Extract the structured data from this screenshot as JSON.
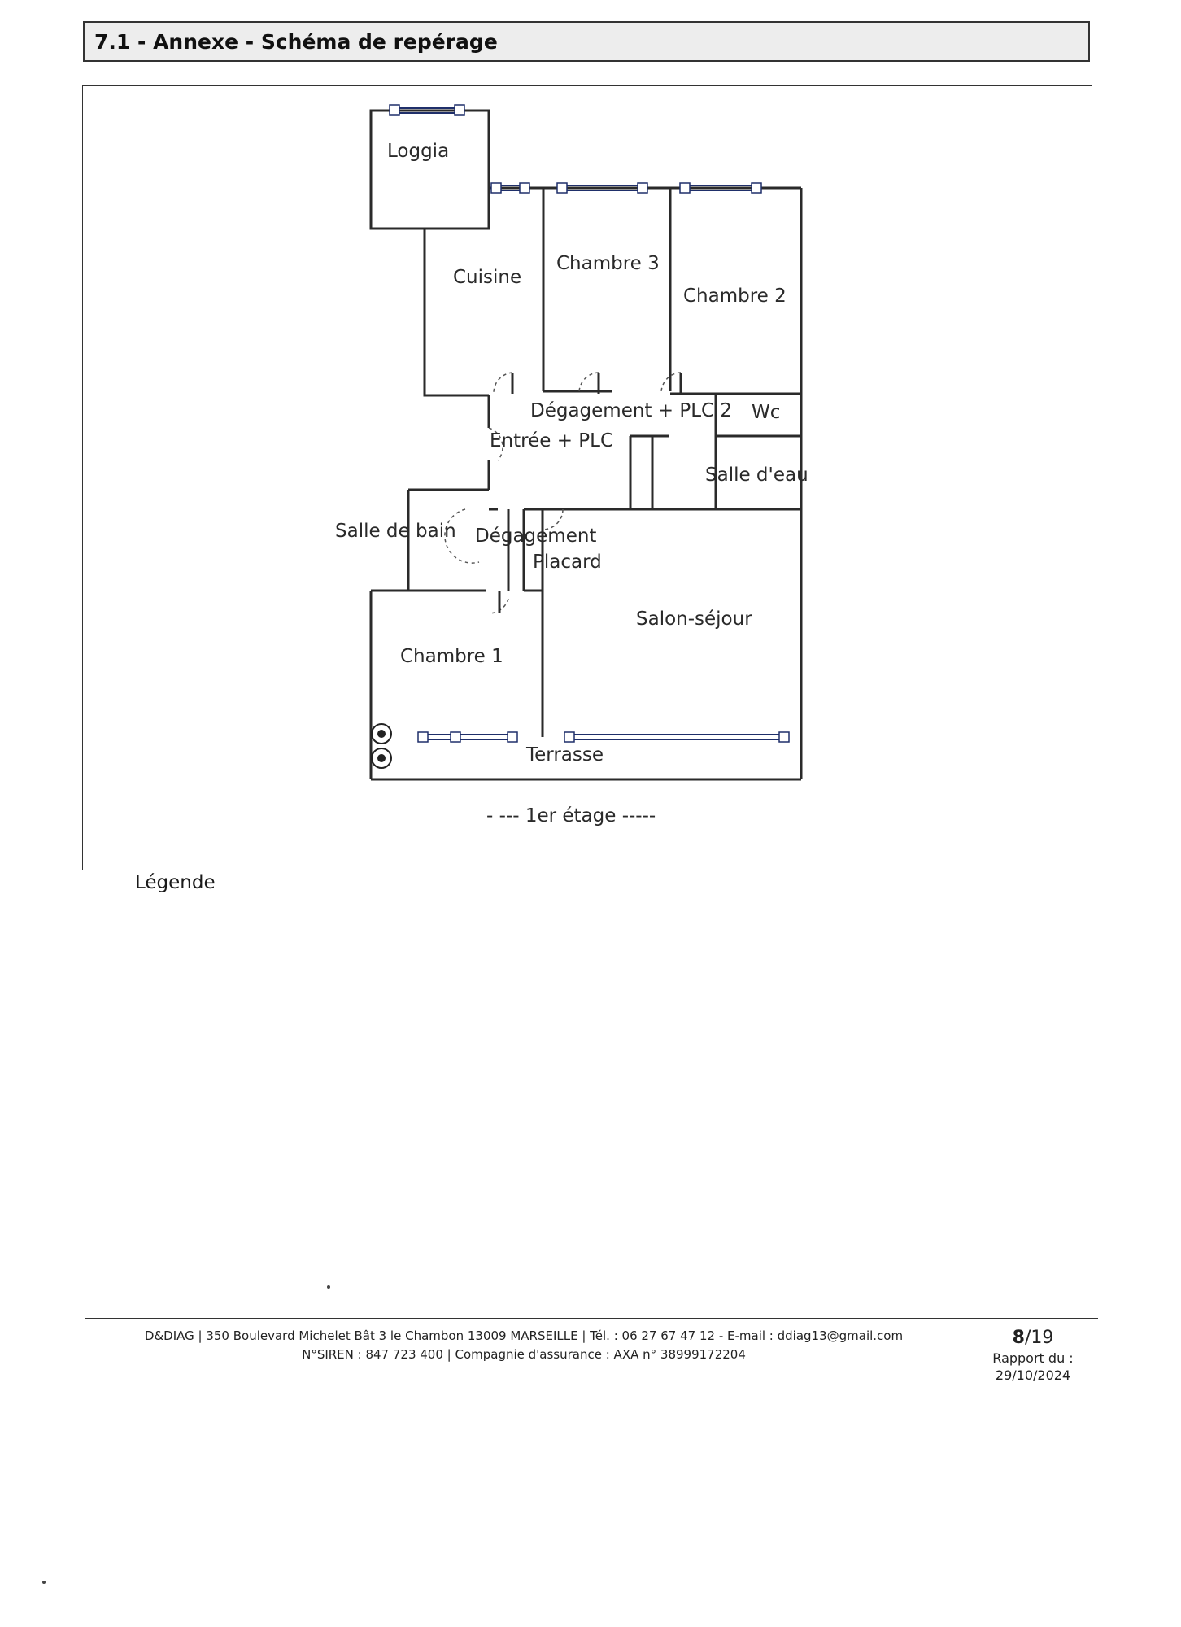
{
  "section": {
    "title": "7.1 - Annexe - Schéma de repérage"
  },
  "plan": {
    "rooms": {
      "loggia": "Loggia",
      "cuisine": "Cuisine",
      "chambre3": "Chambre 3",
      "chambre2": "Chambre 2",
      "degagement_plc2": "Dégagement + PLC 2",
      "wc": "Wc",
      "entree_plc": "Entrée + PLC",
      "salle_deau": "Salle d'eau",
      "salle_de_bain": "Salle de bain",
      "degagement": "Dégagement",
      "placard": "Placard",
      "salon_sejour": "Salon-séjour",
      "chambre1": "Chambre 1",
      "terrasse": "Terrasse"
    },
    "floor_label": "- --- 1er étage -----"
  },
  "legend": {
    "label": "Légende"
  },
  "footer": {
    "line1": "D&DIAG | 350 Boulevard Michelet Bât 3 le Chambon 13009 MARSEILLE | Tél. : 06 27 67 47 12 - E-mail : ddiag13@gmail.com",
    "line2": "N°SIREN : 847 723 400 | Compagnie d'assurance : AXA n° 38999172204",
    "page_current": "8",
    "page_total": "/19",
    "report_label": "Rapport du :",
    "report_date": "29/10/2024"
  }
}
